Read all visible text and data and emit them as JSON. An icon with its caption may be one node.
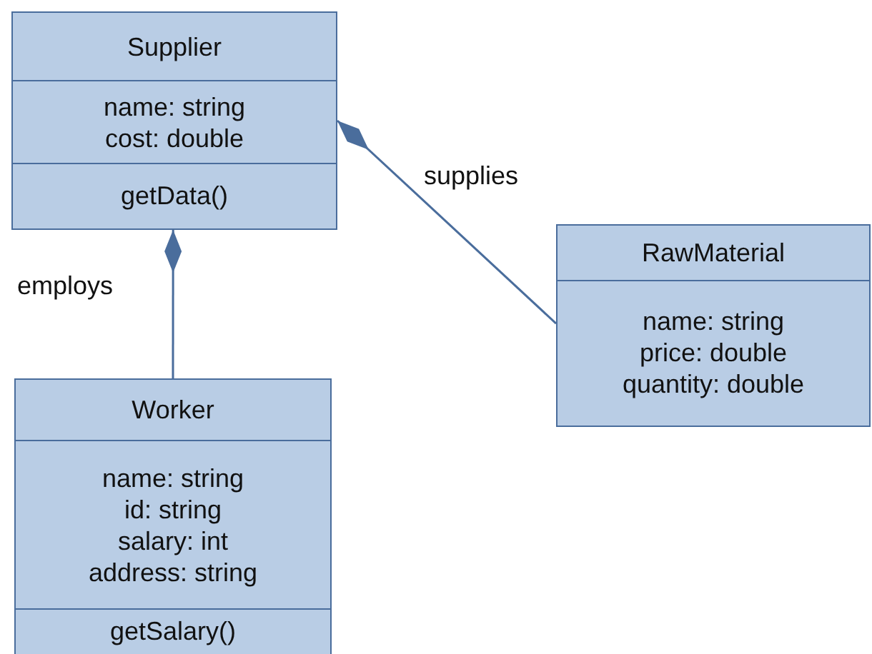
{
  "diagram": {
    "nodes": [
      {
        "text": [
          "Supplier",
          "name: string",
          "cost: double",
          "getData()"
        ]
      },
      {
        "text": [
          "Worker",
          "name: string",
          "id: string",
          "salary: int",
          "address: string",
          "getSalary()"
        ]
      },
      {
        "text": [
          "RawMaterial",
          "name: string",
          "price: double",
          "quantity: double"
        ]
      }
    ],
    "edges": [
      {
        "from": 0,
        "to": 1,
        "arrow": "other",
        "label": "employs"
      },
      {
        "from": 0,
        "to": 2,
        "arrow": "other",
        "label": "supplies"
      }
    ]
  }
}
